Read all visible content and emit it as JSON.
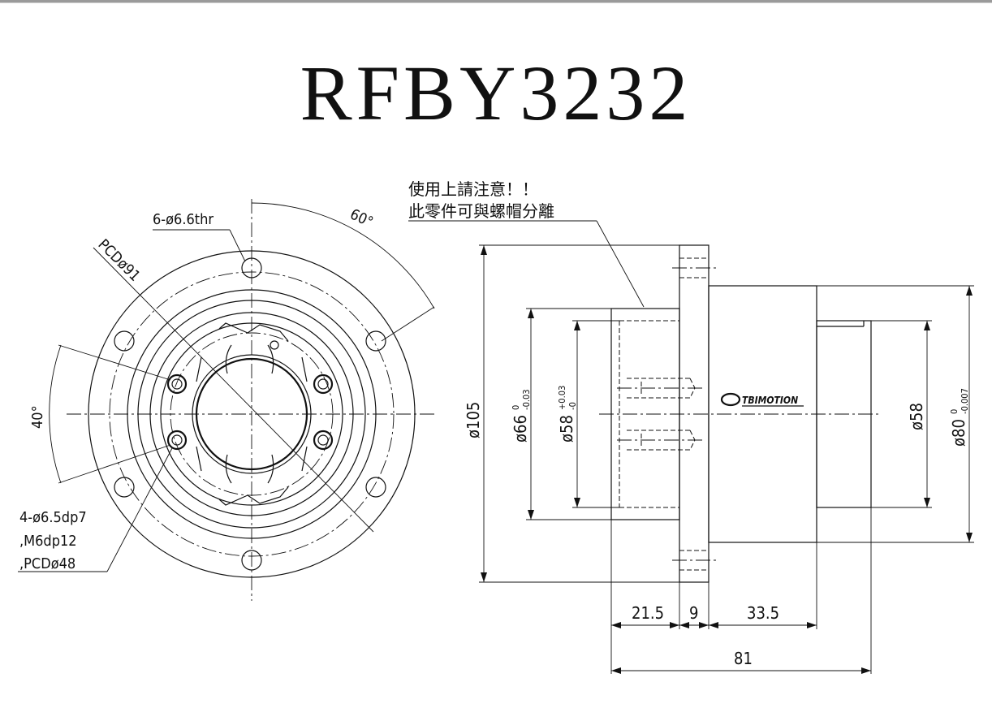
{
  "title": "RFBY3232",
  "front_view": {
    "bolt_holes_label": "6-ø6.6thr",
    "pcd_label": "PCDø91",
    "angle_top": "60°",
    "angle_left": "40°",
    "tap_label_line1": "4-ø6.5dp7",
    "tap_label_line2": ",M6dp12",
    "tap_label_line3": ",PCDø48"
  },
  "note": {
    "line1": "使用上請注意！！",
    "line2": "此零件可與螺帽分離"
  },
  "side_view": {
    "dia_105": "ø105",
    "dia_66": "ø66",
    "dia_66_tol_upper": "0",
    "dia_66_tol_lower": "-0.03",
    "dia_58_left": "ø58",
    "dia_58_tol_upper": "+0.03",
    "dia_58_tol_lower": "-0",
    "dia_58_right": "ø58",
    "dia_80": "ø80",
    "dia_80_tol_upper": "0",
    "dia_80_tol_lower": "-0.007",
    "len_1": "21.5",
    "len_2": "9",
    "len_3": "33.5",
    "len_total": "81",
    "brand_logo_text": "TBIMOTION"
  }
}
